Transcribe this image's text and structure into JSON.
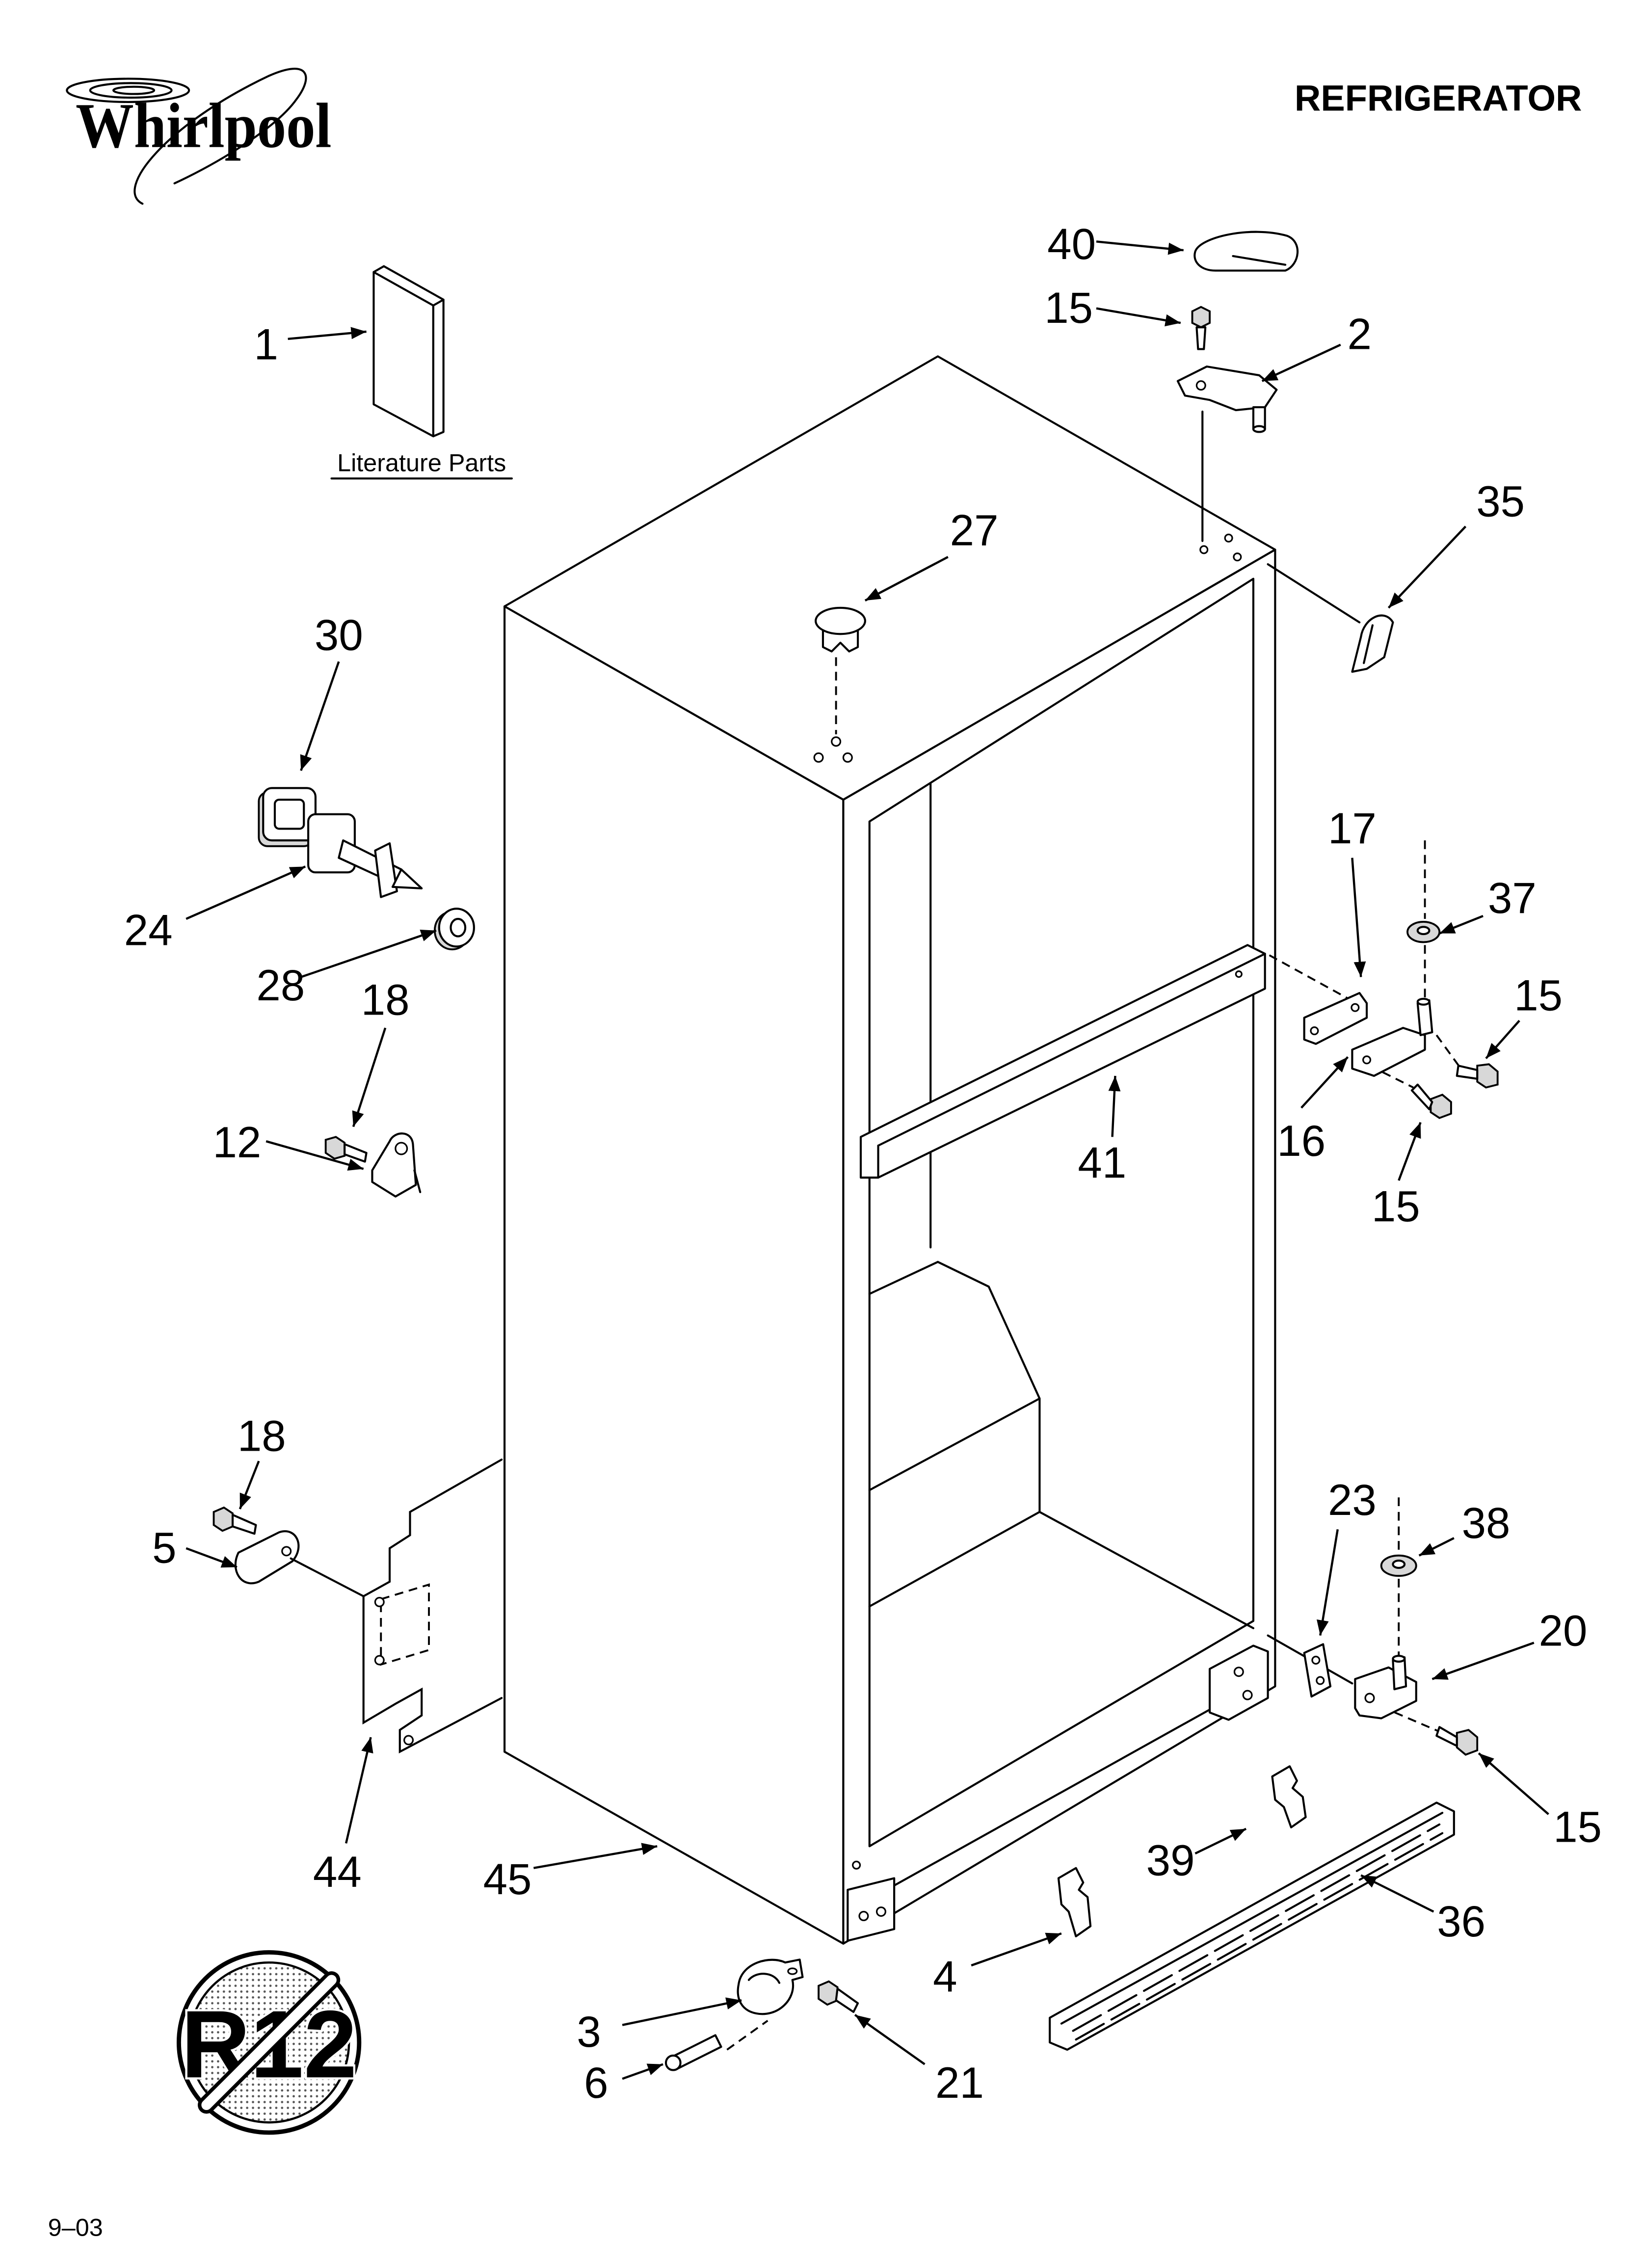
{
  "brand": {
    "logo_text": "Whirlpool"
  },
  "header": {
    "title": "REFRIGERATOR"
  },
  "literature": {
    "label": "Literature Parts"
  },
  "badge": {
    "text": "R12"
  },
  "footer": {
    "date_code": "9–03"
  },
  "colors": {
    "ink": "#000000",
    "paper": "#ffffff"
  },
  "callouts": [
    "1",
    "40",
    "15",
    "2",
    "35",
    "27",
    "30",
    "24",
    "28",
    "18",
    "12",
    "17",
    "37",
    "15",
    "16",
    "15",
    "41",
    "18",
    "5",
    "23",
    "38",
    "20",
    "15",
    "44",
    "45",
    "39",
    "36",
    "4",
    "3",
    "6",
    "21"
  ]
}
